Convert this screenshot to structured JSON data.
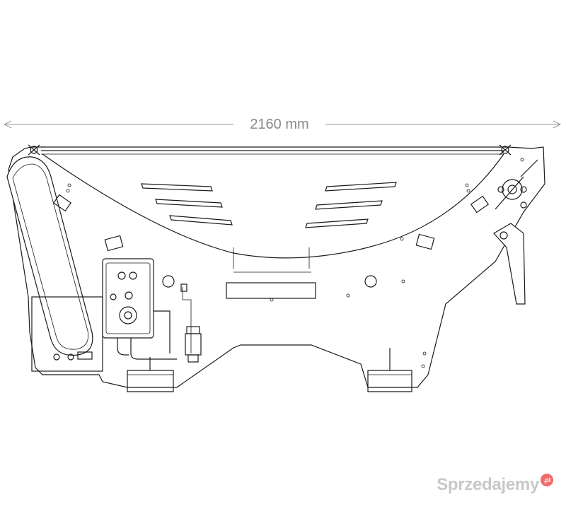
{
  "dimension": {
    "label": "2160 mm"
  },
  "watermark": {
    "brand": "Sprzedajemy",
    "tld": ".pl",
    "color": "#c8c8c8",
    "badge_color": "#f06b6b"
  },
  "colors": {
    "line": "#1a1a1a",
    "dimension": "#9a9a9a",
    "background": "#ffffff"
  },
  "control_box": {
    "buttons": 3,
    "connectors": 2
  }
}
